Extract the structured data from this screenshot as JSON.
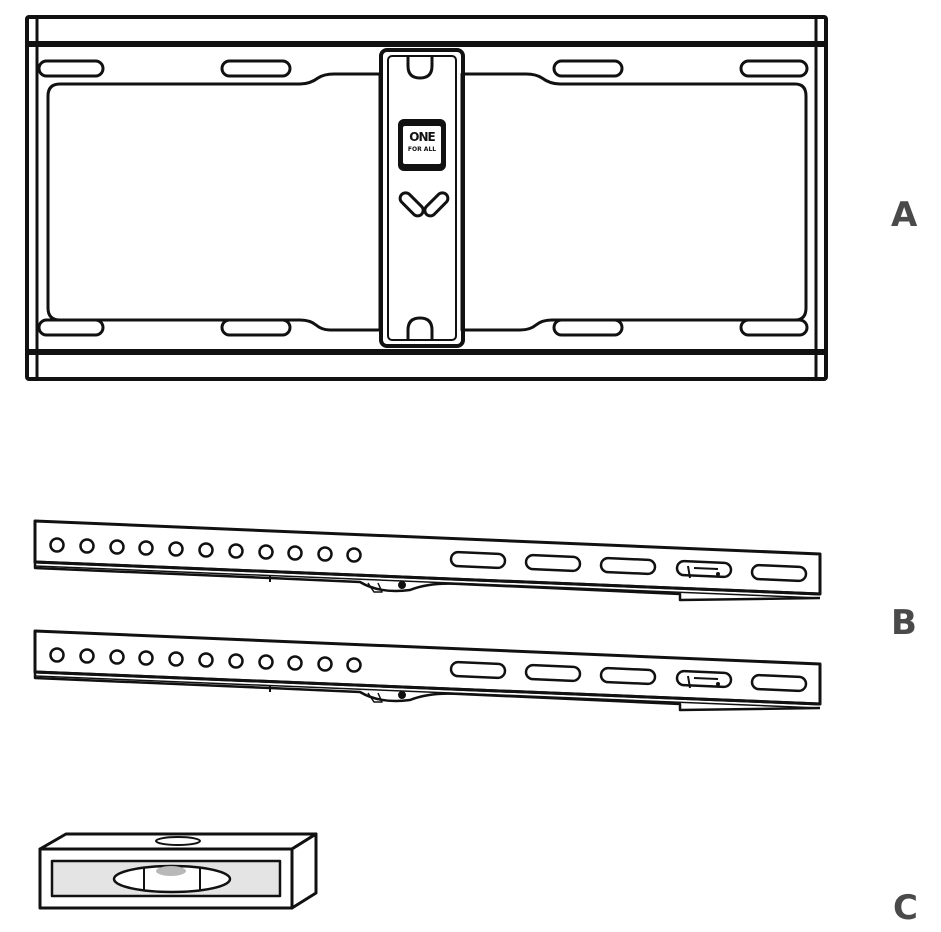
{
  "parts": [
    {
      "id": "A",
      "label": "A",
      "description_name": "wall-plate"
    },
    {
      "id": "B",
      "label": "B",
      "description_name": "tv-bracket-arms"
    },
    {
      "id": "C",
      "label": "C",
      "description_name": "spirit-level"
    }
  ],
  "wall_plate": {
    "logo_line1": "ONE",
    "logo_line2": "FOR ALL"
  },
  "colors": {
    "ink": "#111111",
    "label": "#4a4a4a",
    "level_window": "#e4e4e4",
    "bubble": "#b8b8b8",
    "logo_bg": "#111111"
  },
  "bracket": {
    "round_holes": 11,
    "slots": 5
  }
}
